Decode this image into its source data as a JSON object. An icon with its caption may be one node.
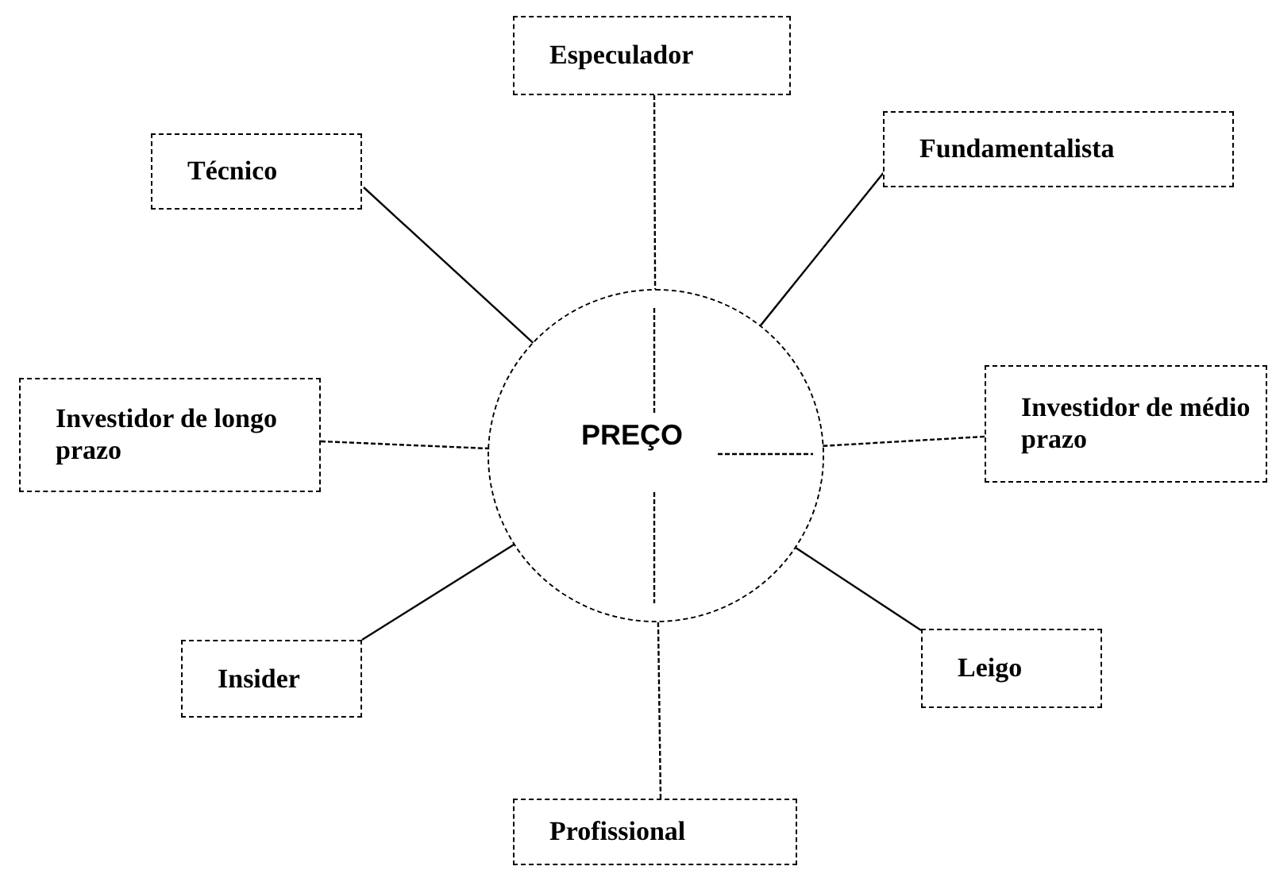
{
  "diagram": {
    "nodes": [
      {
        "text": [
          "Especulador"
        ]
      },
      {
        "text": [
          "Técnico"
        ]
      },
      {
        "text": [
          "Fundamentalista"
        ]
      },
      {
        "text": [
          "Investidor de longo prazo"
        ]
      },
      {
        "text": [
          "PREÇO"
        ]
      },
      {
        "text": [
          "Investidor de médio prazo"
        ]
      },
      {
        "text": [
          "Insider"
        ]
      },
      {
        "text": [
          "Leigo"
        ]
      },
      {
        "text": [
          "Profissional"
        ]
      }
    ],
    "edges": [
      {
        "from": 0,
        "to": 4,
        "arrow": "none",
        "style": "dashed"
      },
      {
        "from": 1,
        "to": 4,
        "arrow": "none"
      },
      {
        "from": 2,
        "to": 4,
        "arrow": "none"
      },
      {
        "from": 3,
        "to": 4,
        "arrow": "none",
        "style": "dashed"
      },
      {
        "from": 5,
        "to": 4,
        "arrow": "none",
        "style": "dashed"
      },
      {
        "from": 6,
        "to": 4,
        "arrow": "none"
      },
      {
        "from": 7,
        "to": 4,
        "arrow": "none"
      },
      {
        "from": 8,
        "to": 4,
        "arrow": "none",
        "style": "dashed"
      }
    ]
  }
}
